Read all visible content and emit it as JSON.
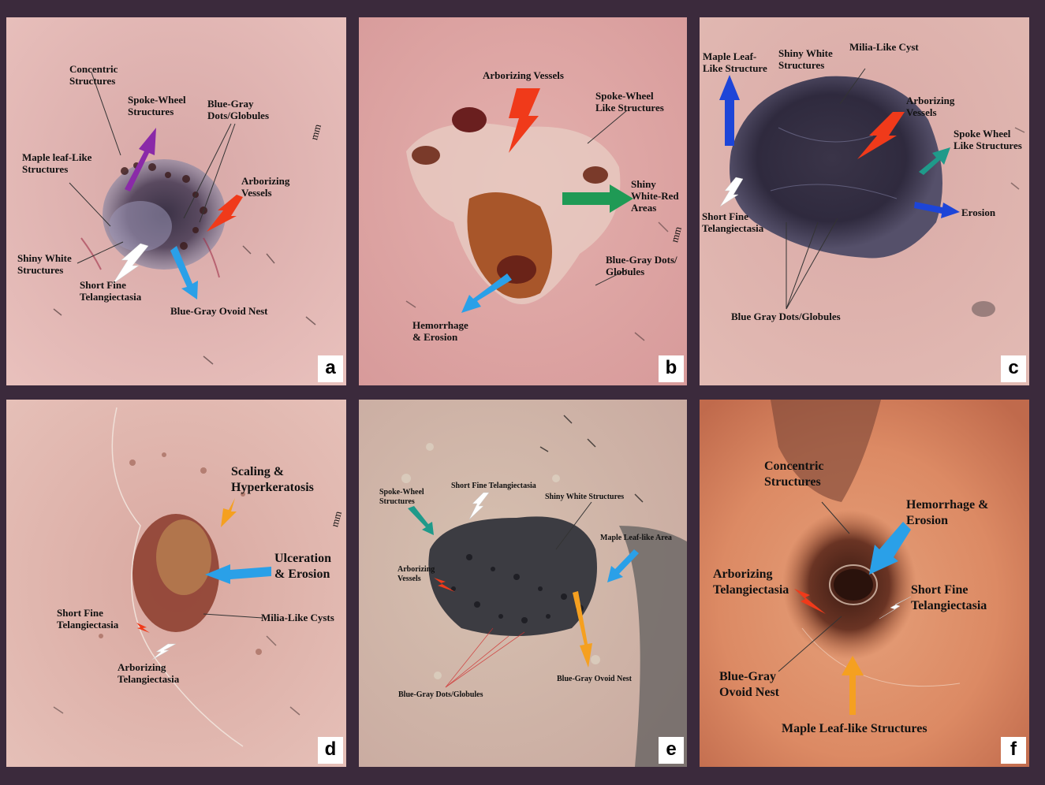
{
  "figure": {
    "panels": [
      {
        "letter": "a",
        "labels": [
          "Concentric\nStructures",
          "Spoke-Wheel\nStructures",
          "Blue-Gray\nDots/Globules",
          "Maple leaf-Like\nStructures",
          "Arborizing\nVessels",
          "Shiny White\nStructures",
          "Short Fine\nTelangiectasia",
          "Blue-Gray Ovoid Nest",
          "mm"
        ]
      },
      {
        "letter": "b",
        "labels": [
          "Arborizing Vessels",
          "Spoke-Wheel\nLike Structures",
          "Shiny\nWhite-Red\nAreas",
          "Blue-Gray Dots/\nGlobules",
          "Hemorrhage\n& Erosion",
          "mm"
        ]
      },
      {
        "letter": "c",
        "labels": [
          "Maple Leaf-\nLike Structure",
          "Shiny White\nStructures",
          "Milia-Like Cyst",
          "Arborizing\nVessels",
          "Spoke Wheel\nLike Structures",
          "Short Fine\nTelangiectasia",
          "Erosion",
          "Blue Gray Dots/Globules"
        ]
      },
      {
        "letter": "d",
        "labels": [
          "Scaling &\nHyperkeratosis",
          "Ulceration\n& Erosion",
          "Short Fine\nTelangiectasia",
          "Milia-Like Cysts",
          "Arborizing\nTelangiectasia",
          "mm"
        ]
      },
      {
        "letter": "e",
        "labels": [
          "Spoke-Wheel\nStructures",
          "Short Fine Telangiectasia",
          "Shiny White Structures",
          "Maple Leaf-like Area",
          "Arborizing\nVessels",
          "Blue-Gray Ovoid Nest",
          "Blue-Gray Dots/Globules"
        ]
      },
      {
        "letter": "f",
        "labels": [
          "Concentric\nStructures",
          "Hemorrhage &\nErosion",
          "Arborizing\nTelangiectasia",
          "Short Fine\nTelangiectasia",
          "Blue-Gray\nOvoid Nest",
          "Maple Leaf-like Structures"
        ]
      }
    ],
    "colors": {
      "frame": "#3b2a3c",
      "arrow_purple": "#8a2aa8",
      "arrow_red": "#f03a1a",
      "arrow_blue": "#2aa0e8",
      "arrow_dark_blue": "#1d45d8",
      "arrow_green": "#1f9a55",
      "arrow_teal": "#1f9a8a",
      "arrow_orange": "#f5a020",
      "arrow_white": "#ffffff"
    }
  }
}
